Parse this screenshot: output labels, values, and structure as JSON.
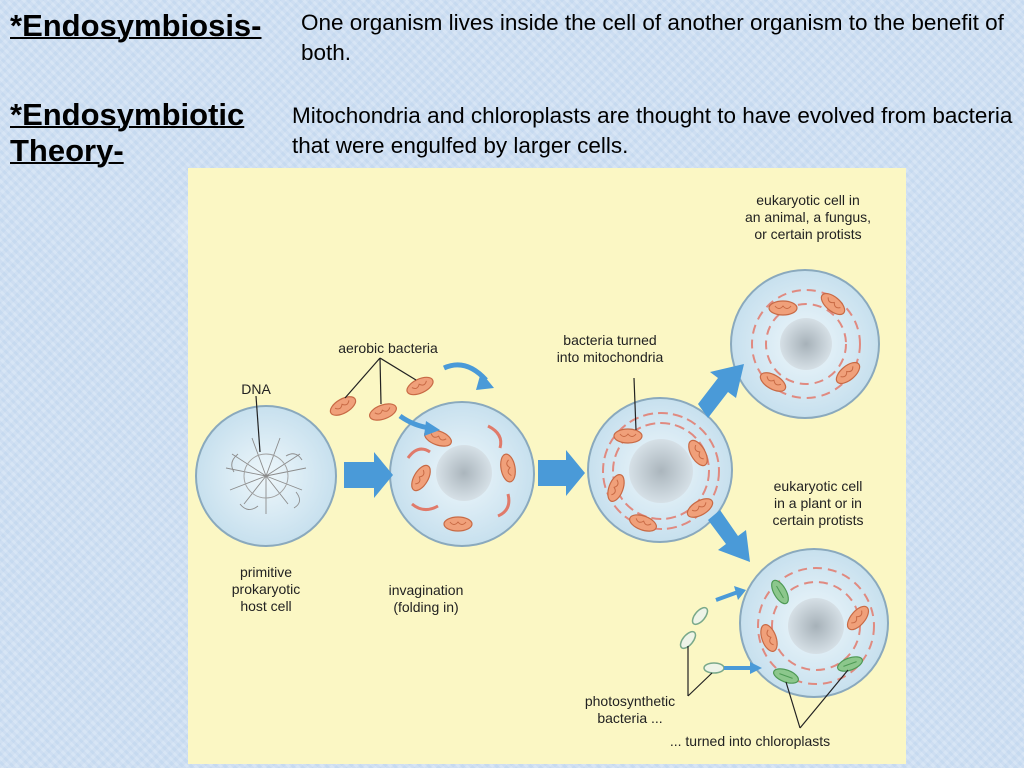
{
  "terms": [
    {
      "term": "*Endosymbiosis-",
      "definition": "One organism lives inside the cell of another organism to the benefit of both."
    },
    {
      "term": "*Endosymbiotic Theory-",
      "definition": "Mitochondria and chloroplasts are thought to have evolved from bacteria that were engulfed by larger cells."
    }
  ],
  "diagram": {
    "labels": {
      "dna": "DNA",
      "aerobic_bacteria": "aerobic bacteria",
      "primitive_host": "primitive\nprokaryotic\nhost cell",
      "invagination": "invagination\n(folding in)",
      "bacteria_to_mito": "bacteria turned\ninto mitochondria",
      "eukaryotic_animal": "eukaryotic cell in\nan animal, a fungus,\nor certain protists",
      "eukaryotic_plant": "eukaryotic cell\nin a plant or in\ncertain protists",
      "photosynthetic": "photosynthetic\nbacteria ...",
      "chloroplasts": "... turned into chloroplasts"
    },
    "colors": {
      "panel": "#fbf7c4",
      "cell": "#dcedf5",
      "mitochondria": "#f0a07a",
      "chloroplast": "#8cc78c",
      "arrow": "#4a9ad8"
    }
  }
}
